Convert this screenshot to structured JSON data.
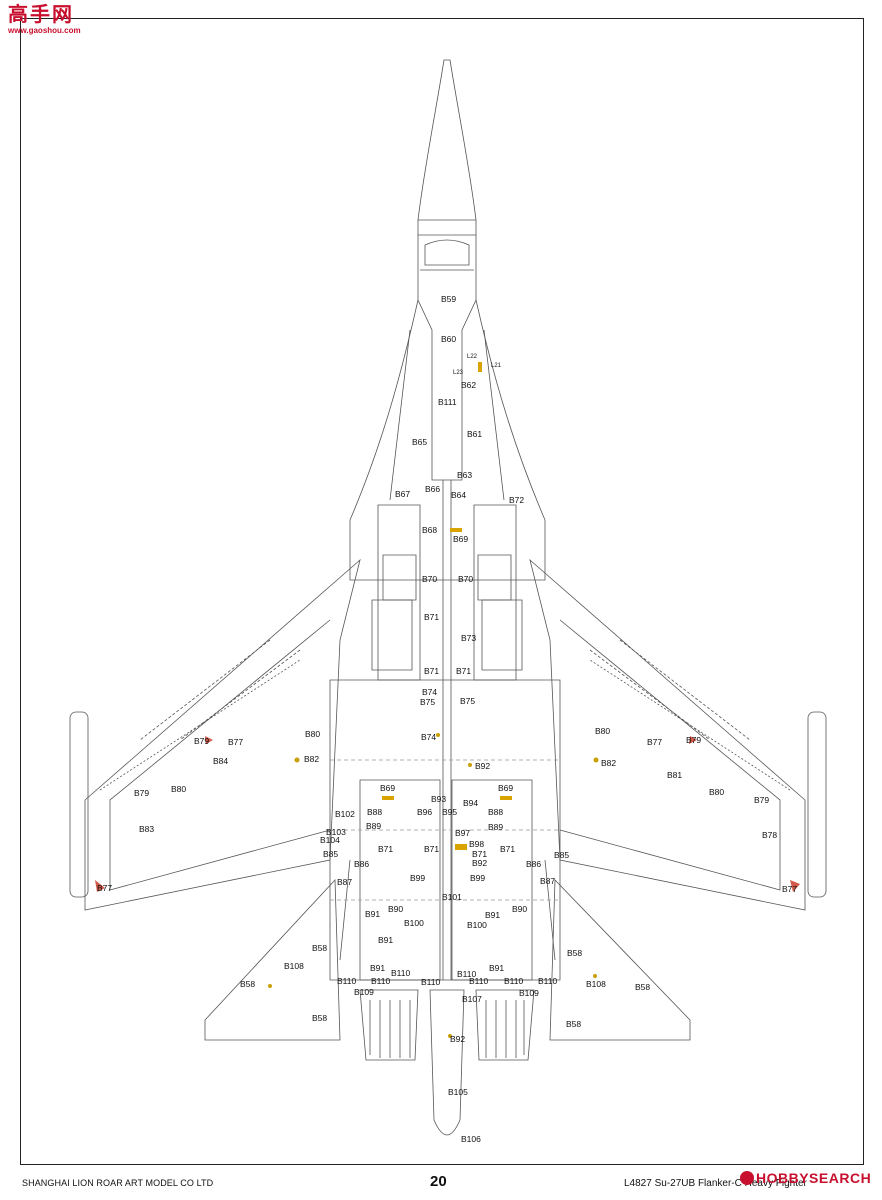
{
  "watermark": {
    "title": "高手网",
    "url": "www.gaoshou.com"
  },
  "footer": {
    "company": "SHANGHAI LION ROAR ART MODEL CO LTD",
    "page_number": "20",
    "product": "L4827  Su-27UB  Flanker-C  Heavy  Fighter",
    "search_watermark": "HOBBYSEARCH"
  },
  "part_labels": [
    "B59",
    "B60",
    "L22",
    "L23",
    "L21",
    "B62",
    "B111",
    "B61",
    "B65",
    "B63",
    "B66",
    "B64",
    "B67",
    "B72",
    "B68",
    "B69",
    "B70",
    "B70",
    "B71",
    "B73",
    "B71",
    "B71",
    "B74",
    "B75",
    "B75",
    "B74",
    "B80",
    "B82",
    "B92",
    "B80",
    "B82",
    "B79",
    "B77",
    "B84",
    "B77",
    "B79",
    "B81",
    "B79",
    "B80",
    "B80",
    "B79",
    "B83",
    "B78",
    "B69",
    "B93",
    "B94",
    "B69",
    "B102",
    "B88",
    "B96",
    "B95",
    "B88",
    "B89",
    "B89",
    "B103",
    "B97",
    "B104",
    "B71",
    "B98",
    "B71",
    "B71",
    "B85",
    "B71",
    "B85",
    "B86",
    "B86",
    "B92",
    "B87",
    "B99",
    "B99",
    "B87",
    "B77",
    "B77",
    "B101",
    "B91",
    "B90",
    "B91",
    "B90",
    "B100",
    "B100",
    "B91",
    "B58",
    "B58",
    "B108",
    "B91",
    "B110",
    "B110",
    "B91",
    "B108",
    "B58",
    "B58",
    "B110",
    "B110",
    "B110",
    "B110",
    "B110",
    "B110",
    "B109",
    "B107",
    "B109",
    "B58",
    "B58",
    "B92",
    "B105",
    "B106"
  ]
}
